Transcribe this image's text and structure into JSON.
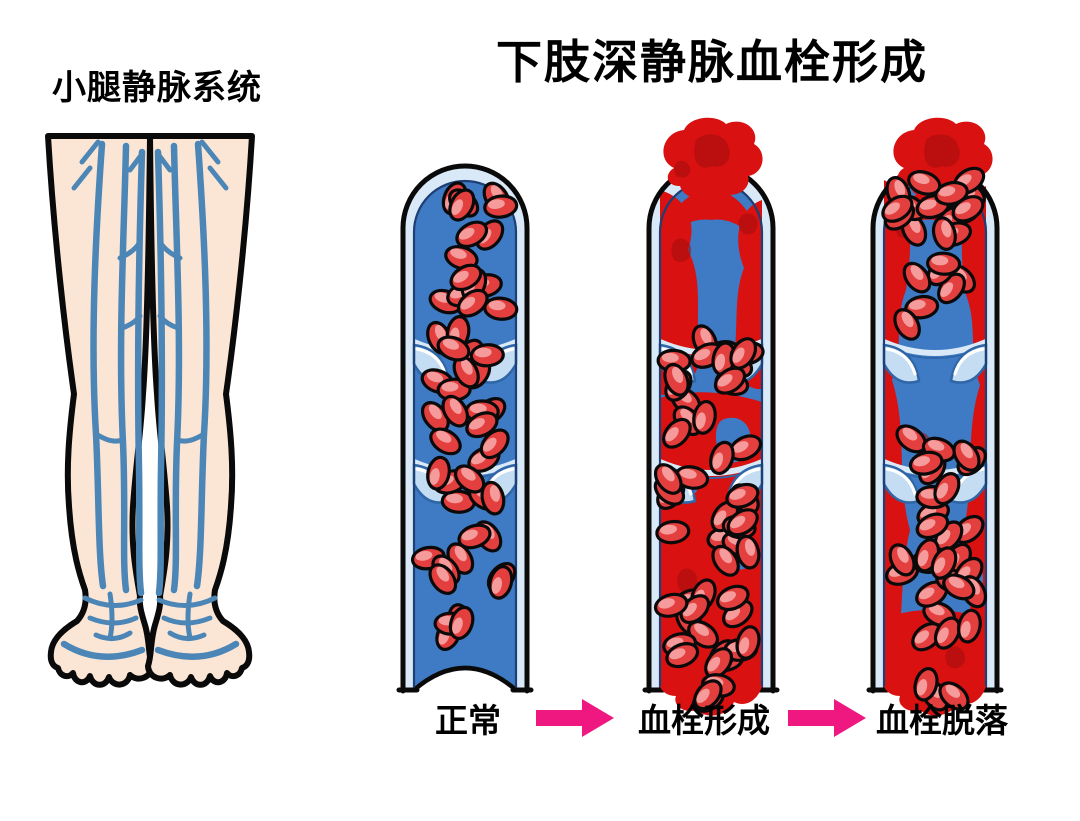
{
  "title": "下肢深静脉血栓形成",
  "left_panel": {
    "label": "小腿静脉系统"
  },
  "stages": [
    {
      "id": "normal",
      "label": "正常"
    },
    {
      "id": "thrombus-formation",
      "label": "血栓形成"
    },
    {
      "id": "thrombus-detachment",
      "label": "血栓脱落"
    }
  ],
  "icons": {
    "arrow": "arrow-right-icon"
  },
  "colors": {
    "background": "#ffffff",
    "text": "#000000",
    "arrow_pink": "#EF1880",
    "skin": "#FBE6D6",
    "leg_outline": "#0a0a0a",
    "vein_blue": "#4C86B6",
    "vessel_wall": "#D9E9F7",
    "vessel_outline": "#0a0a0a",
    "lumen_blue": "#3E7BC4",
    "lumen_edge": "#1d3f74",
    "valve_fill": "#C4DDF2",
    "valve_edge": "#2E66A8",
    "cell_red": "#E43F3F",
    "cell_highlight": "#F59B9B",
    "cell_outline": "#0a0a0a",
    "clot_red": "#D91111",
    "clot_dark": "#A30D0D"
  }
}
